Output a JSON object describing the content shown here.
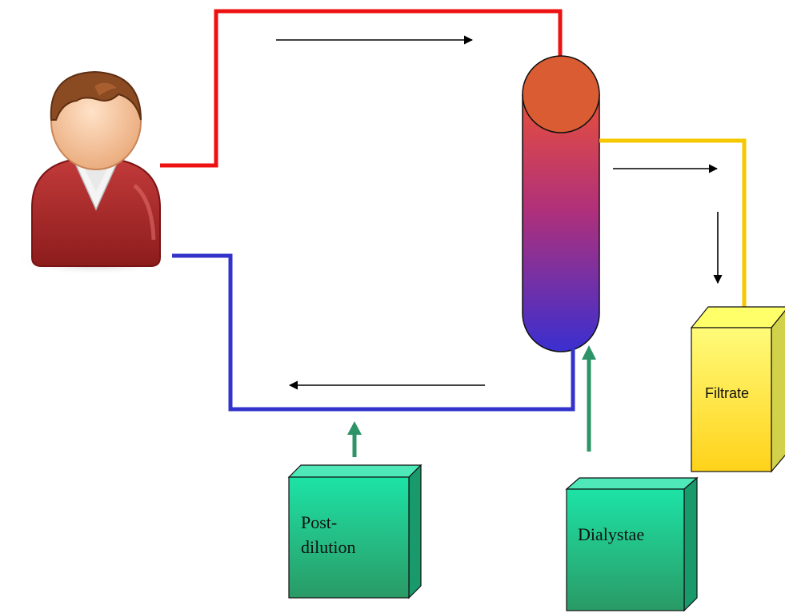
{
  "boxes": {
    "post_dilution": {
      "line1": "Post-",
      "line2": "dilution"
    },
    "dialysate": {
      "label": "Dialystae"
    },
    "filtrate": {
      "label": "Filtrate"
    }
  },
  "colors": {
    "arterial_line": "#ee1111",
    "venous_line": "#3333cc",
    "filtrate_line": "#f5c800",
    "fluid_arrow": "#2e9468",
    "green_box_front": "#1fcf9a",
    "yellow_box_front": "#ffee44",
    "filter_cap": "#d95c32"
  },
  "icons": {
    "patient": "patient-avatar-icon"
  }
}
